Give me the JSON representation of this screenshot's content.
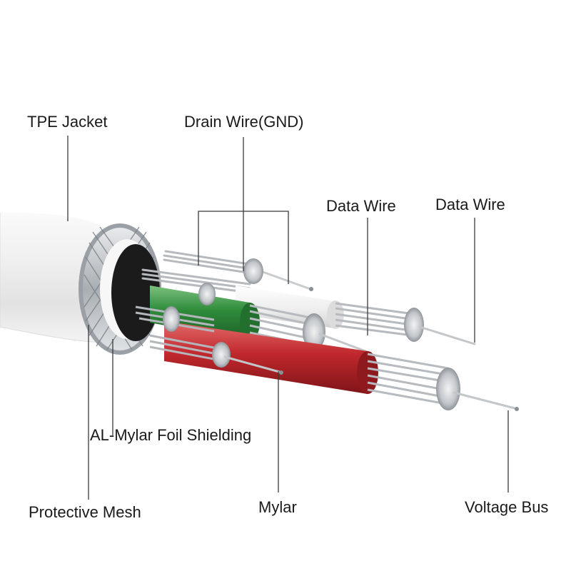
{
  "labels": {
    "tpe_jacket": "TPE Jacket",
    "drain_wire": "Drain Wire(GND)",
    "data_wire_1": "Data Wire",
    "data_wire_2": "Data Wire",
    "foil_shielding": "AL-Mylar Foil Shielding",
    "protective_mesh": "Protective Mesh",
    "mylar": "Mylar",
    "voltage_bus": "Voltage Bus"
  },
  "colors": {
    "jacket": "#f2f2f2",
    "green_insulation": "#2e8b3a",
    "red_insulation": "#c0282c",
    "white_insulation": "#f4f4f4",
    "copper_strands": "#bfc3c7",
    "leader_line": "#333333"
  }
}
